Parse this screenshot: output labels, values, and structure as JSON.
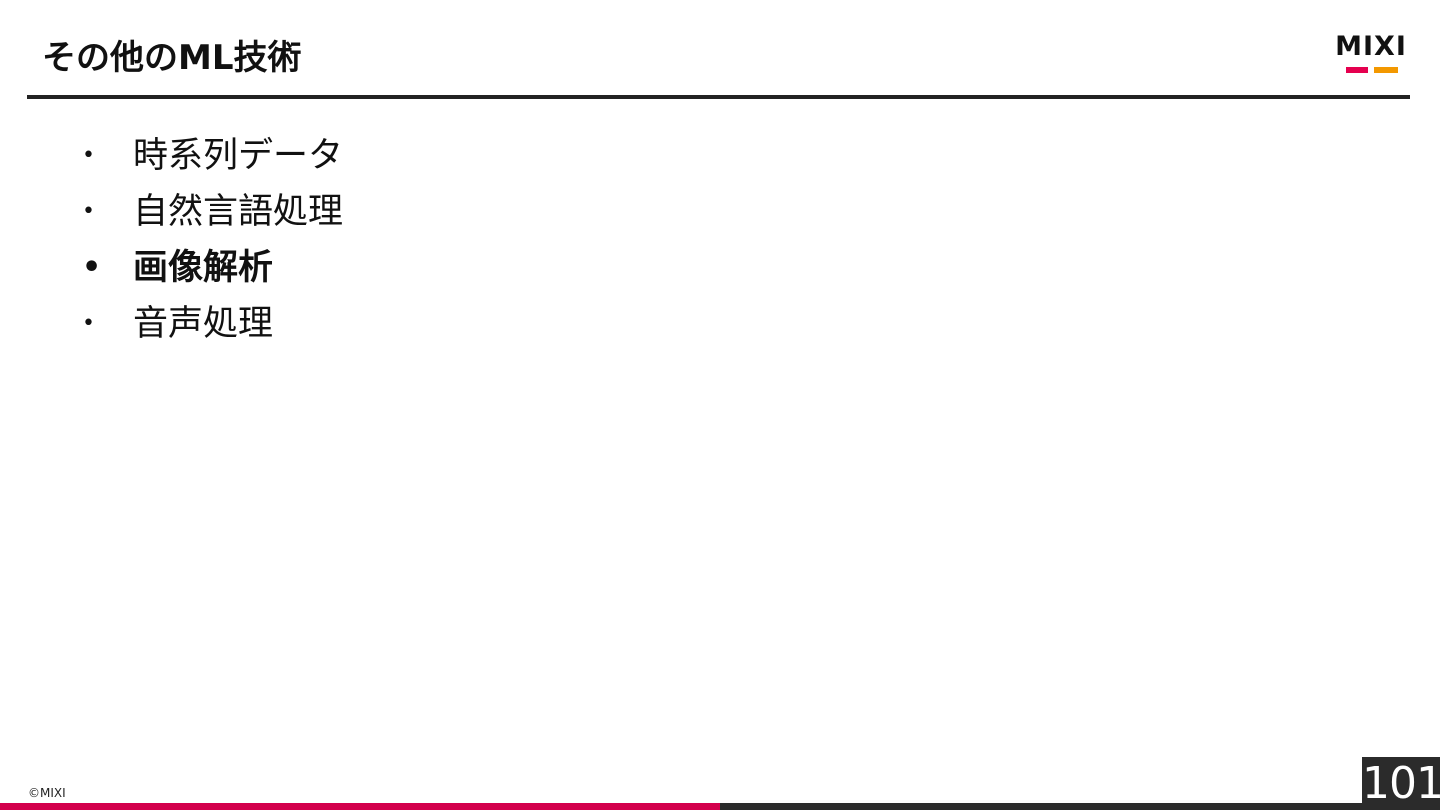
{
  "slide": {
    "title": "その他のML技術",
    "bullets": [
      {
        "label": "時系列データ",
        "emphasized": false
      },
      {
        "label": "自然言語処理",
        "emphasized": false
      },
      {
        "label": "画像解析",
        "emphasized": true
      },
      {
        "label": "音声処理",
        "emphasized": false
      }
    ],
    "bullet_glyph": "•"
  },
  "logo": {
    "text": "MIXI",
    "colors": {
      "pink": "#e5004f",
      "orange": "#f39800"
    }
  },
  "footer": {
    "copyright": "©MIXI",
    "page_number": "101",
    "colors": {
      "left_bar": "#d3004c",
      "right_bar": "#2b2b2b"
    }
  }
}
